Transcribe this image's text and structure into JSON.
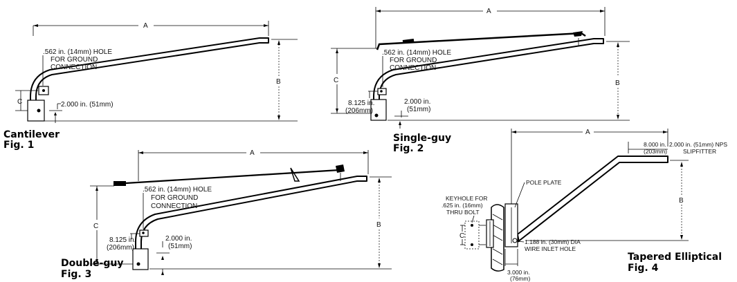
{
  "figures": {
    "fig1": {
      "caption_name": "Cantilever",
      "caption_fig": "Fig. 1",
      "dim_a": "A",
      "dim_b": "B",
      "dim_c": "C",
      "hole_note": [
        ".562 in. (14mm) HOLE",
        "FOR GROUND",
        "CONNECTION"
      ],
      "pipe_dim": "2.000 in. (51mm)"
    },
    "fig2": {
      "caption_name": "Single-guy",
      "caption_fig": "Fig. 2",
      "dim_a": "A",
      "dim_b": "B",
      "dim_c": "C",
      "hole_note": [
        ".562 in. (14mm) HOLE",
        "FOR GROUND",
        "CONNECTION"
      ],
      "height_dim": [
        "8.125 in.",
        "(206mm)"
      ],
      "pipe_dim": [
        "2.000 in.",
        "(51mm)"
      ]
    },
    "fig3": {
      "caption_name": "Double-guy",
      "caption_fig": "Fig. 3",
      "dim_a": "A",
      "dim_b": "B",
      "dim_c": "C",
      "hole_note": [
        ".562 in. (14mm) HOLE",
        "FOR GROUND",
        "CONNECTION"
      ],
      "height_dim": [
        "8.125 in.",
        "(206mm)"
      ],
      "pipe_dim": [
        "2.000 in.",
        "(51mm)"
      ]
    },
    "fig4": {
      "caption_name": "Tapered Elliptical",
      "caption_fig": "Fig. 4",
      "dim_a": "A",
      "dim_b": "B",
      "dim_c": "C",
      "tip_dim": [
        "8.000 in.",
        "(203mm)"
      ],
      "slipfitter": [
        "2.000 in. (51mm) NPS",
        "SLIPFITTER"
      ],
      "pole_plate": "POLE PLATE",
      "keyhole": [
        "KEYHOLE FOR",
        ".625 in. (16mm)",
        "THRU BOLT"
      ],
      "wire_inlet": [
        "1.188 in. (30mm) DIA",
        "WIRE INLET HOLE"
      ],
      "base_dim": [
        "3.000 in.",
        "(76mm)"
      ]
    }
  }
}
